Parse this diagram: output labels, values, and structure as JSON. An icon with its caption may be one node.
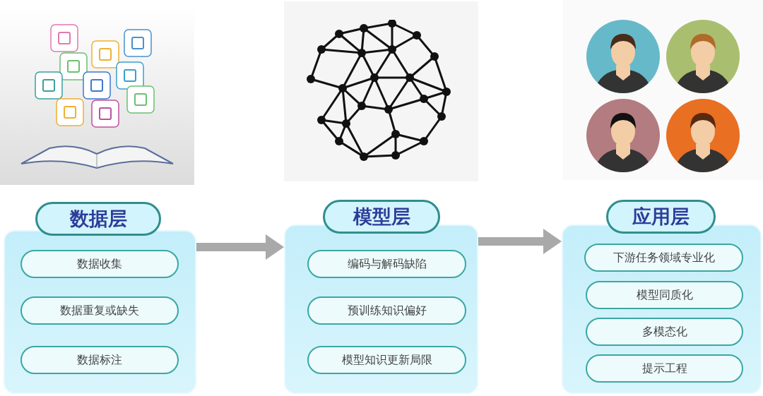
{
  "diagram": {
    "nodes": [
      {
        "text": [
          "数据层"
        ]
      },
      {
        "text": [],
        "shape": "box"
      },
      {
        "text": [
          "数据收集"
        ],
        "in": 1
      },
      {
        "text": [
          "数据重复或缺失"
        ],
        "in": 1
      },
      {
        "text": [
          "数据标注"
        ],
        "in": 1
      },
      {
        "text": [
          "模型层"
        ]
      },
      {
        "text": [],
        "shape": "box"
      },
      {
        "text": [
          "编码与解码缺陷"
        ],
        "in": 6
      },
      {
        "text": [
          "预训练知识偏好"
        ],
        "in": 6
      },
      {
        "text": [
          "模型知识更新局限"
        ],
        "in": 6
      },
      {
        "text": [
          "应用层"
        ]
      },
      {
        "text": [],
        "shape": "box"
      },
      {
        "text": [
          "下游任务领域专业化"
        ],
        "in": 11
      },
      {
        "text": [
          "模型同质化"
        ],
        "in": 11
      },
      {
        "text": [
          "多模态化"
        ],
        "in": 11
      },
      {
        "text": [
          "提示工程"
        ],
        "in": 11
      }
    ],
    "edges": [
      {
        "from": 1,
        "to": 6,
        "arrow": "to"
      },
      {
        "from": 6,
        "to": 11,
        "arrow": "to"
      }
    ]
  }
}
